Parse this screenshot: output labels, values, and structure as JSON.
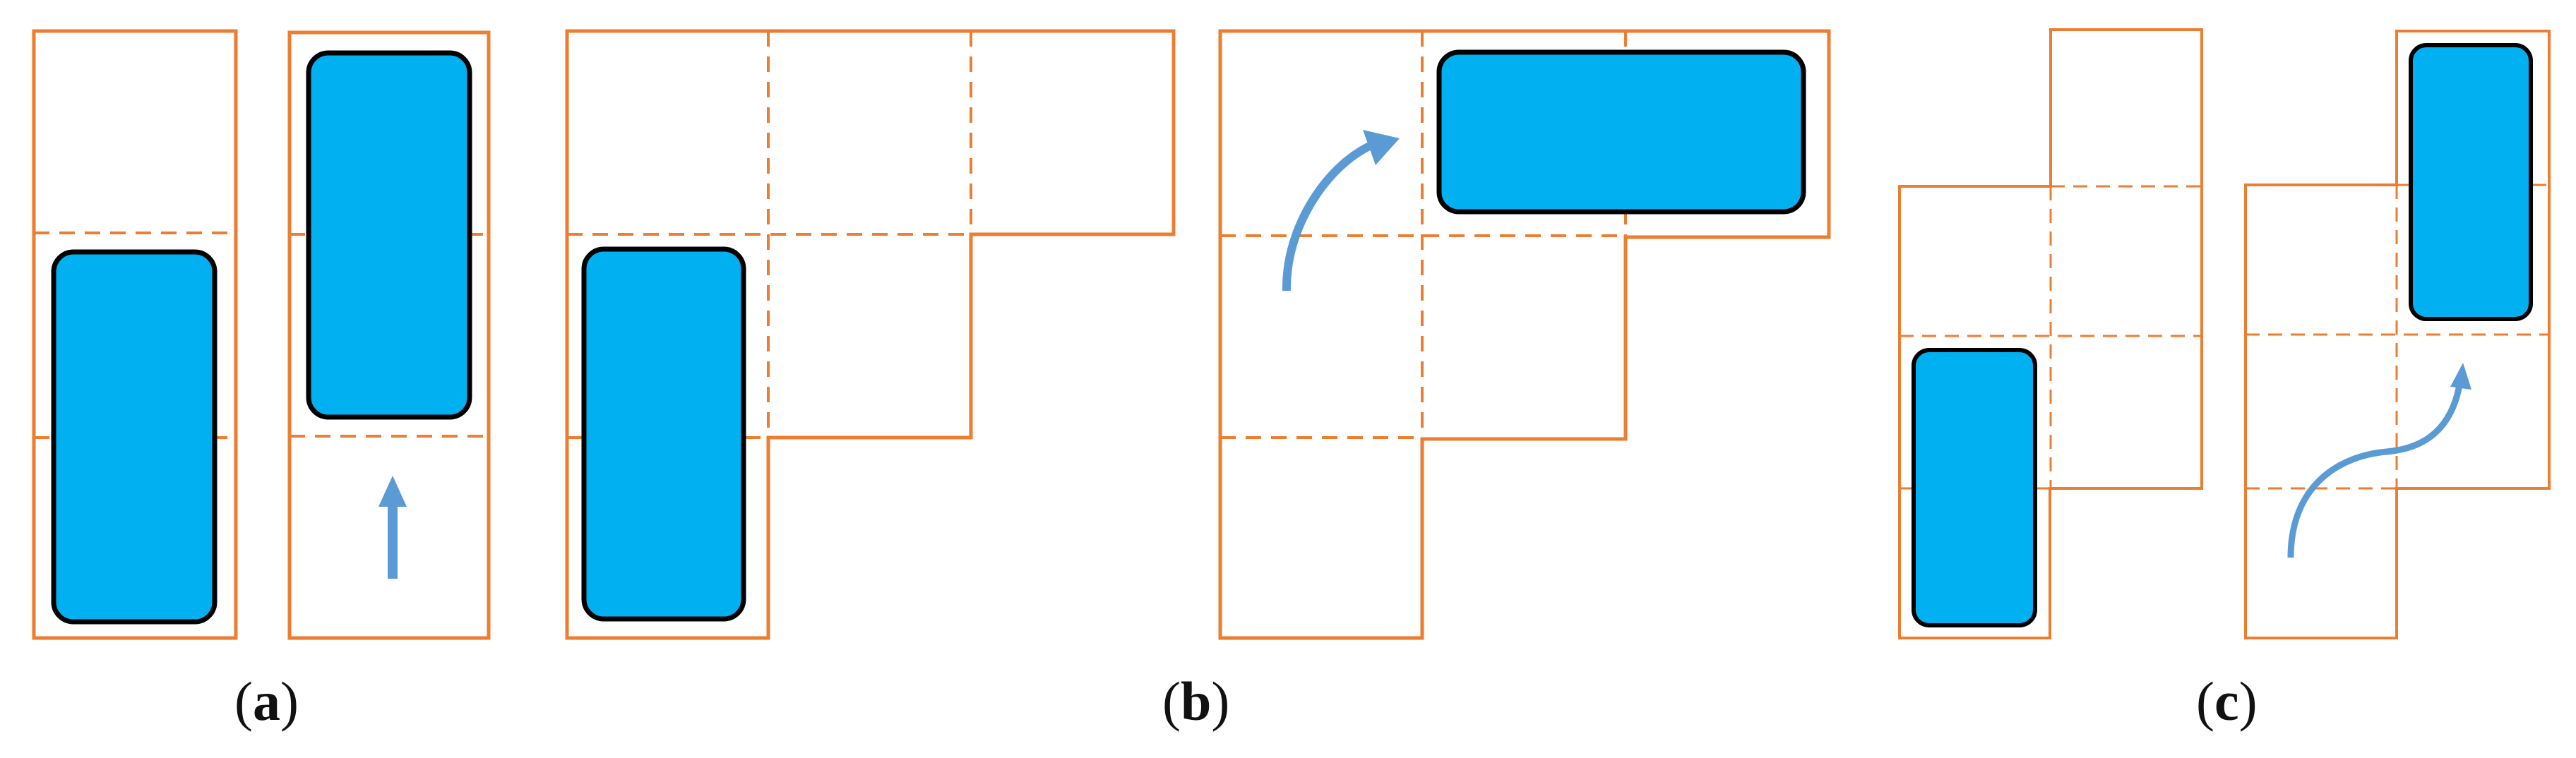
{
  "colors": {
    "grid": "#ED7D31",
    "block_fill": "#00B0F0",
    "block_stroke": "#000000",
    "arrow": "#5B9BD5",
    "background": "#FFFFFF"
  },
  "panels": [
    {
      "id": "a",
      "open": "(",
      "letter": "a",
      "close": ")",
      "motion": "straight-up-arrow"
    },
    {
      "id": "b",
      "open": "(",
      "letter": "b",
      "close": ")",
      "motion": "curved-rotate-arrow"
    },
    {
      "id": "c",
      "open": "(",
      "letter": "c",
      "close": ")",
      "motion": "s-curve-arrow"
    }
  ],
  "icons": {
    "block": "rounded-rectangle-block",
    "arrow": "arrow-icon"
  }
}
